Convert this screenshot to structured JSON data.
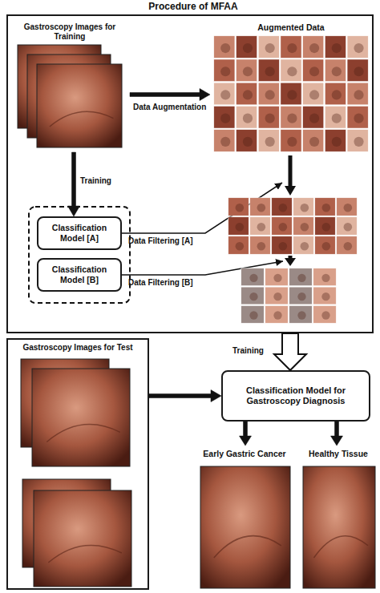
{
  "diagram": {
    "nodes": [
      {
        "text": [
          "Procedure of MFAA"
        ]
      },
      {
        "text": [
          "Gastroscopy Images for Training"
        ],
        "in": 0
      },
      {
        "text": [
          "Augmented Data"
        ],
        "in": 0
      },
      {
        "text": [
          "Classification Model [A]"
        ],
        "in": 0
      },
      {
        "text": [
          "Classification Model [B]"
        ],
        "in": 0
      },
      {
        "text": [
          "Gastroscopy Images for Test"
        ]
      },
      {
        "text": [
          "Classification Model for Gastroscopy Diagnosis"
        ]
      },
      {
        "text": [
          "Early Gastric Cancer"
        ]
      },
      {
        "text": [
          "Healthy Tissue"
        ]
      }
    ],
    "edges": [
      {
        "from": 1,
        "to": 2,
        "arrow": "to",
        "label": "Data Augmentation"
      },
      {
        "from": 1,
        "to": 3,
        "arrow": "to",
        "label": "Training"
      },
      {
        "from": 0,
        "to": 6,
        "arrow": "to",
        "label": "Training"
      },
      {
        "from": 5,
        "to": 6,
        "arrow": "to"
      },
      {
        "from": 6,
        "to": 7,
        "arrow": "to"
      },
      {
        "from": 6,
        "to": 8,
        "arrow": "to"
      }
    ],
    "labels": [
      "Data Filtering [A]",
      "Data Filtering [B]"
    ]
  }
}
